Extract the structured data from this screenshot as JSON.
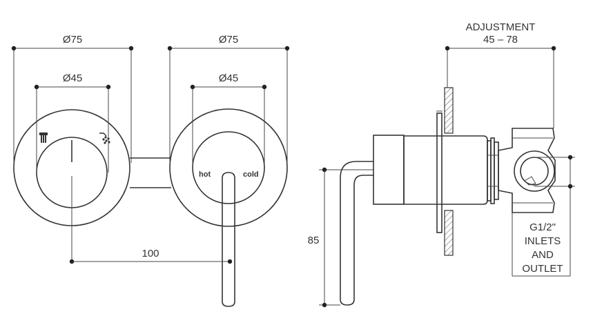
{
  "front_view": {
    "left_outer_diameter": "Ø75",
    "left_inner_diameter": "Ø45",
    "right_outer_diameter": "Ø75",
    "right_inner_diameter": "Ø45",
    "centre_distance": "100",
    "hot_label": "hot",
    "cold_label": "cold"
  },
  "side_view": {
    "adjustment_title": "ADJUSTMENT",
    "adjustment_range": "45 – 78",
    "height": "85",
    "connection_lines": [
      "G1/2\"",
      "INLETS",
      "AND",
      "OUTLET"
    ]
  },
  "icons": [
    "tap-outlet-icon",
    "shower-outlet-icon"
  ]
}
